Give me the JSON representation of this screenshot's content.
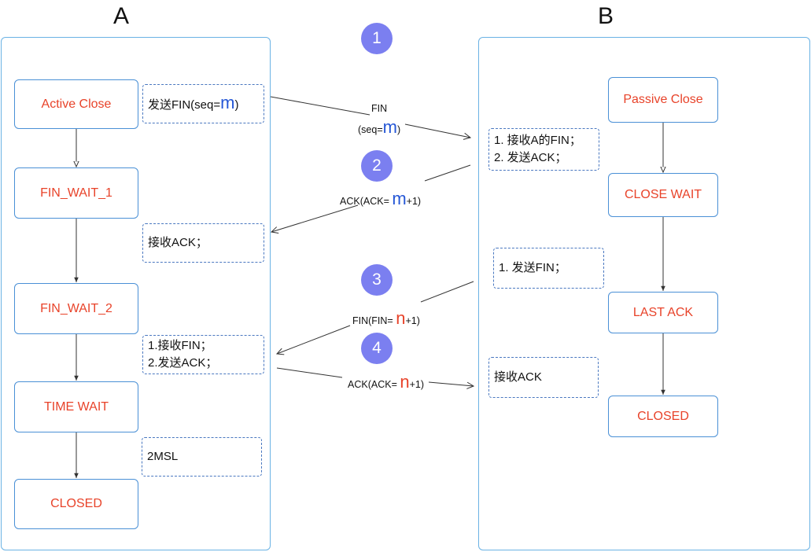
{
  "titles": {
    "a": "A",
    "b": "B"
  },
  "side_a": {
    "states": [
      "Active Close",
      "FIN_WAIT_1",
      "FIN_WAIT_2",
      "TIME WAIT",
      "CLOSED"
    ],
    "notes": {
      "send_fin": [
        "发送FIN(seq=",
        "m",
        ")"
      ],
      "recv_ack": "接收ACK；",
      "recv_fin_send_ack": [
        "1.接收FIN；",
        "2.发送ACK；"
      ],
      "msl": "2MSL"
    }
  },
  "side_b": {
    "states": [
      "Passive Close",
      "CLOSE WAIT",
      "LAST ACK",
      "CLOSED"
    ],
    "notes": {
      "recv_fin_send_ack": [
        "1. 接收A的FIN；",
        "2. 发送ACK；"
      ],
      "send_fin": "1. 发送FIN；",
      "recv_ack": "接收ACK"
    }
  },
  "steps": [
    "1",
    "2",
    "3",
    "4"
  ],
  "messages": {
    "m1": {
      "line1": "FIN",
      "pre": "(seq=",
      "var": "m",
      "post": ")"
    },
    "m2": {
      "pre": "ACK(ACK= ",
      "var": "m",
      "post": "+1)"
    },
    "m3": {
      "pre": "FIN(FIN= ",
      "var": "n",
      "post": "+1)"
    },
    "m4": {
      "pre": "ACK(ACK= ",
      "var": "n",
      "post": "+1)"
    }
  },
  "colors": {
    "state_text": "#e8432a",
    "m_var": "#2557d6",
    "n_var": "#e8432a",
    "step_circle": "#7b7ff0",
    "panel_border": "#6ab2e4"
  }
}
